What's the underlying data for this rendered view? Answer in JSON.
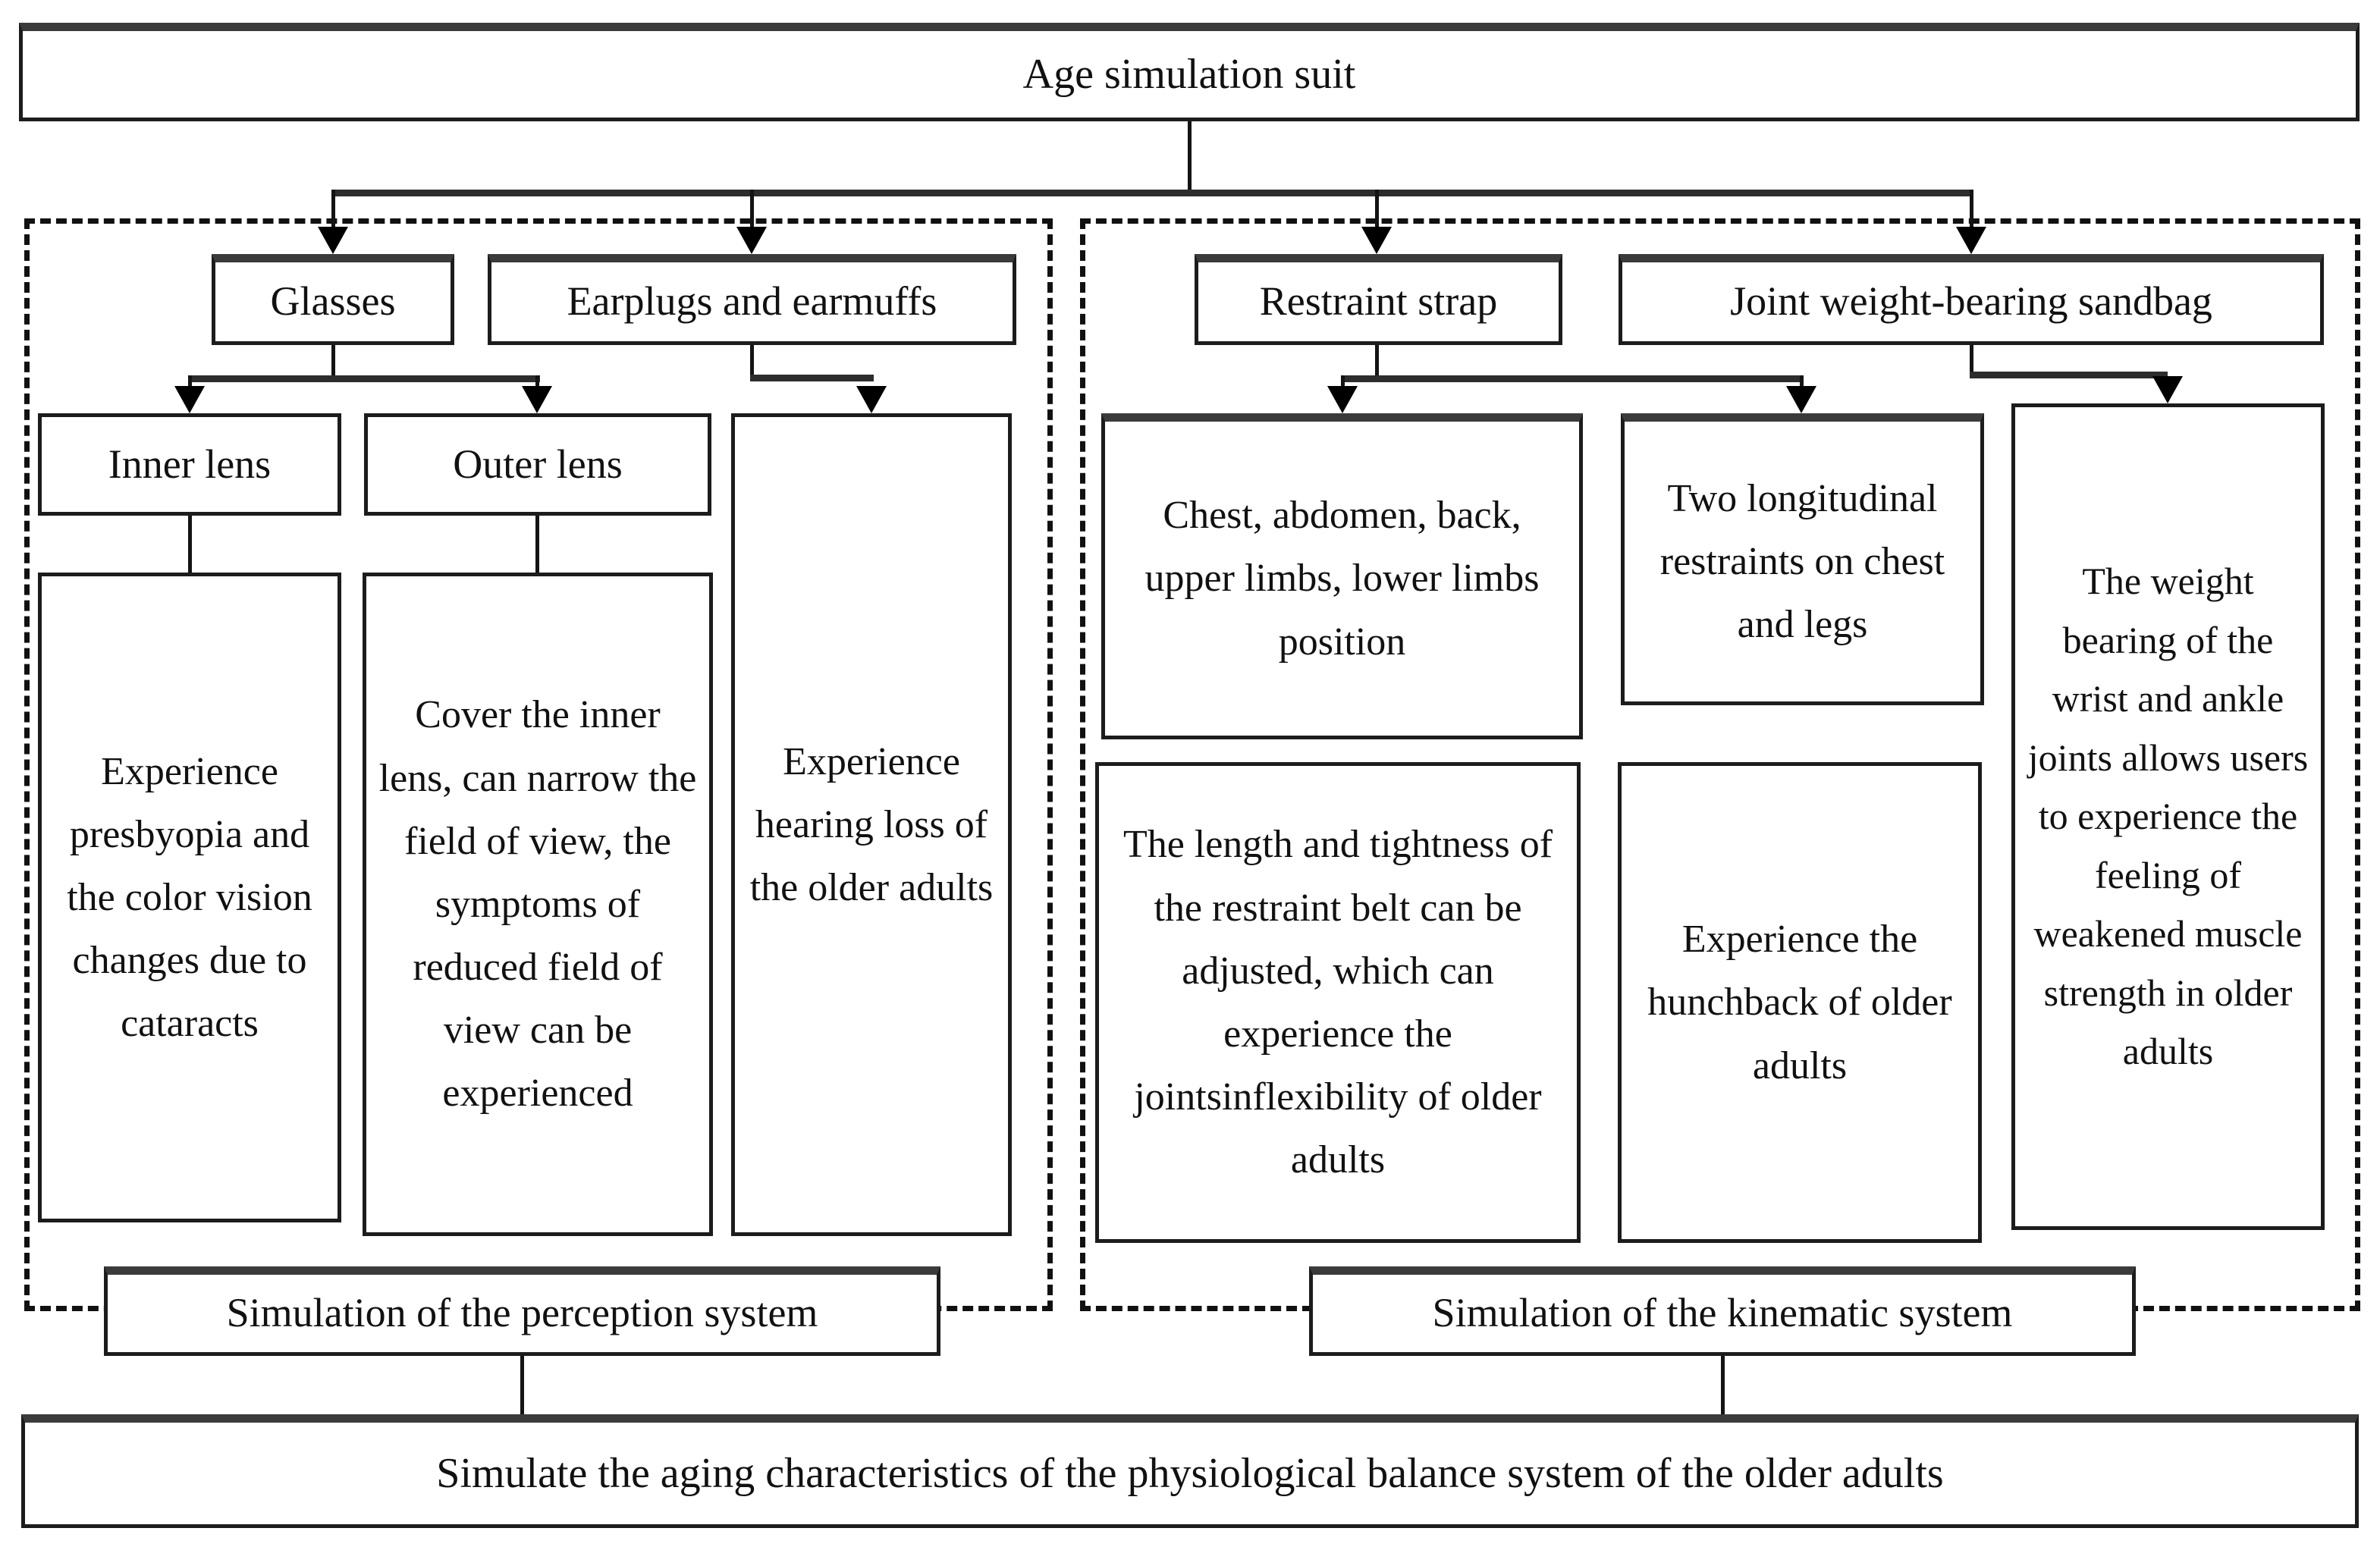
{
  "colors": {
    "background": "#ffffff",
    "box_border": "#1c1c1c",
    "box_shadow_edge": "#3b3b3b",
    "connector_line": "#2d2d2d",
    "text": "#111111"
  },
  "root": {
    "label": "Age simulation suit"
  },
  "perception": {
    "container_label": "Simulation of the perception system",
    "glasses": "Glasses",
    "earplugs": "Earplugs and earmuffs",
    "inner_lens": "Inner lens",
    "outer_lens": "Outer lens",
    "presbyopia": "Experience presbyopia and the color vision changes due to cataracts",
    "cover_inner_lens": "Cover the inner lens, can narrow the field of view, the symptoms of reduced field of view can be experienced",
    "hearing_loss": "Experience hearing loss of the older adults"
  },
  "kinematic": {
    "container_label": "Simulation of the kinematic system",
    "restraint_strap": "Restraint strap",
    "sandbag": "Joint weight-bearing sandbag",
    "strap_positions": "Chest, abdomen, back, upper limbs, lower limbs position",
    "longitudinal_restraints": "Two longitudinal restraints on chest and legs",
    "belt_adjustment": "The length and tightness of the restraint belt can be adjusted, which can experience the jointsinflexibility of older adults",
    "hunchback": "Experience the hunchback of older adults",
    "weight_bearing": "The weight bearing of the wrist and ankle joints allows users to experience the feeling of weakened muscle strength in older adults"
  },
  "conclusion": {
    "label": "Simulate the aging characteristics of the physiological balance system of the older adults"
  }
}
